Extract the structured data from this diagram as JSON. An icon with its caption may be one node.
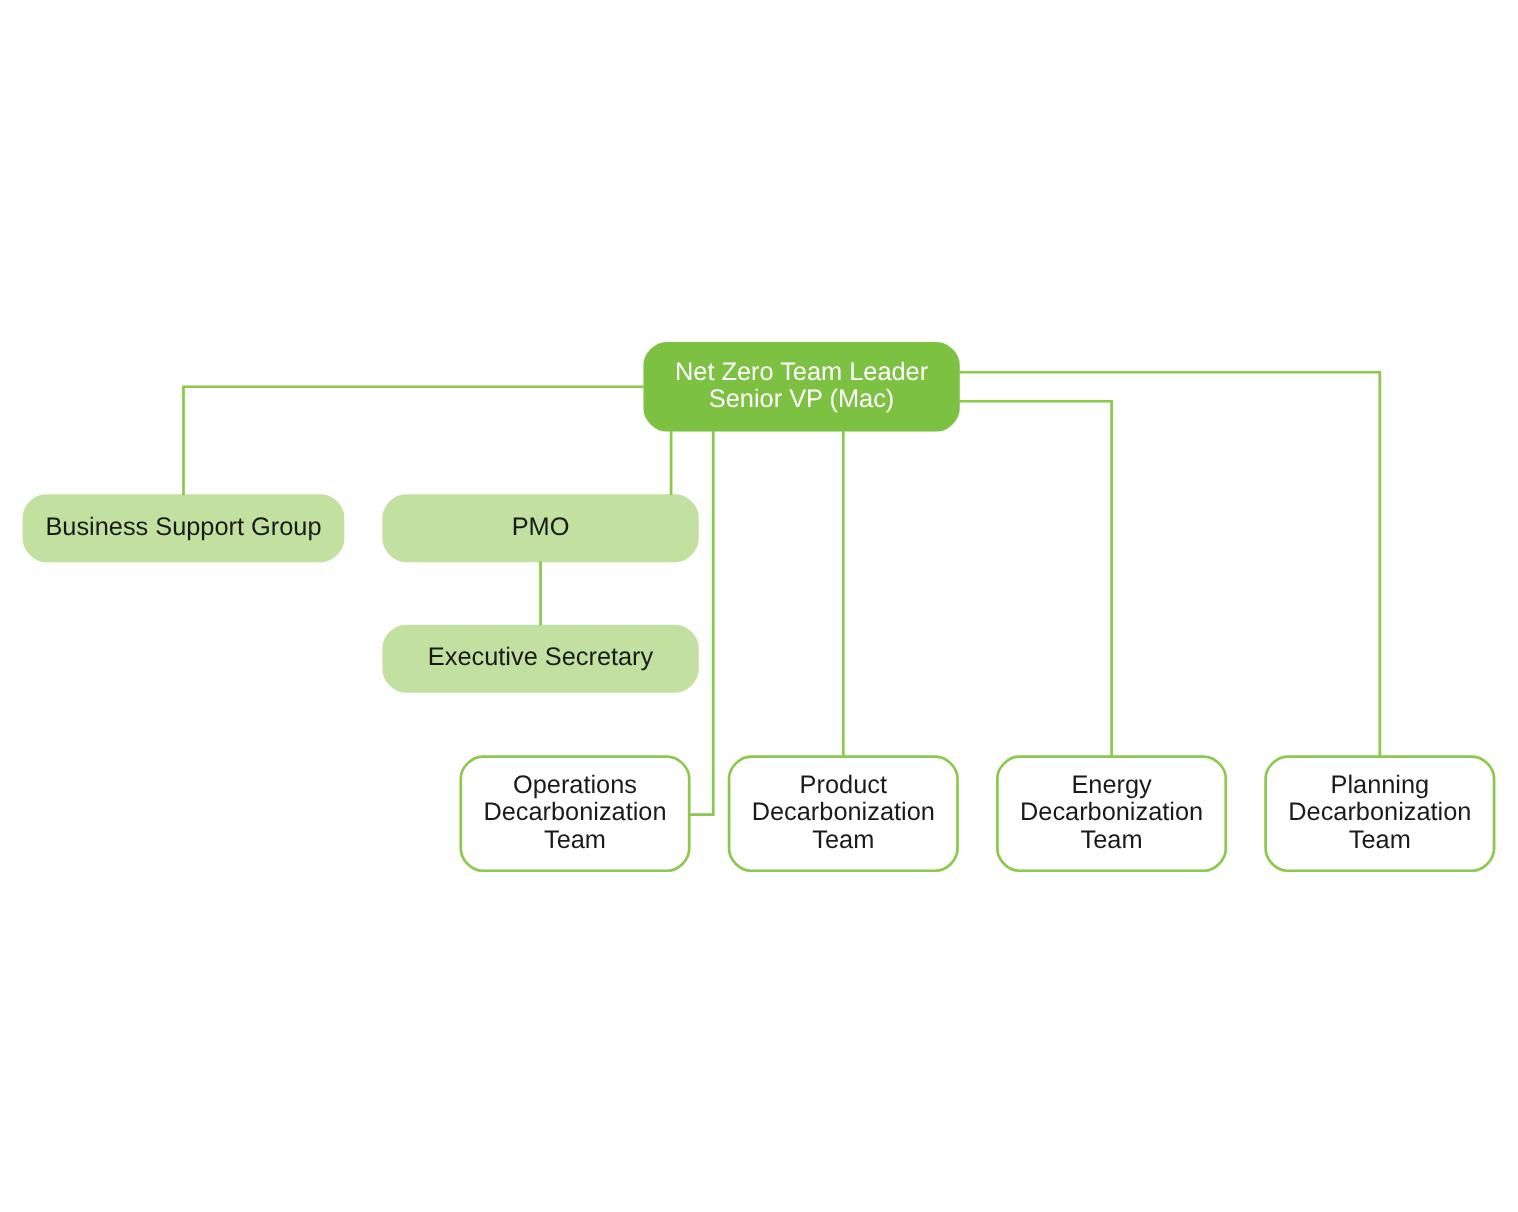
{
  "diagram": {
    "nodes": [
      {
        "text": [
          "Net Zero Team Leader",
          "Senior VP (Mac)"
        ]
      },
      {
        "text": [
          "Business Support Group"
        ]
      },
      {
        "text": [
          "PMO"
        ]
      },
      {
        "text": [
          "Executive Secretary"
        ]
      },
      {
        "text": [
          "Operations Decarbonization Team"
        ]
      },
      {
        "text": [
          "Product Decarbonization Team"
        ]
      },
      {
        "text": [
          "Energy Decarbonization Team"
        ]
      },
      {
        "text": [
          "Planning Decarbonization Team"
        ]
      }
    ],
    "edges": [
      {
        "from": 0,
        "to": 1,
        "arrow": "none"
      },
      {
        "from": 0,
        "to": 2,
        "arrow": "none"
      },
      {
        "from": 2,
        "to": 3,
        "arrow": "none"
      },
      {
        "from": 0,
        "to": 4,
        "arrow": "none"
      },
      {
        "from": 0,
        "to": 5,
        "arrow": "none"
      },
      {
        "from": 0,
        "to": 6,
        "arrow": "none"
      },
      {
        "from": 0,
        "to": 7,
        "arrow": "none"
      }
    ]
  }
}
